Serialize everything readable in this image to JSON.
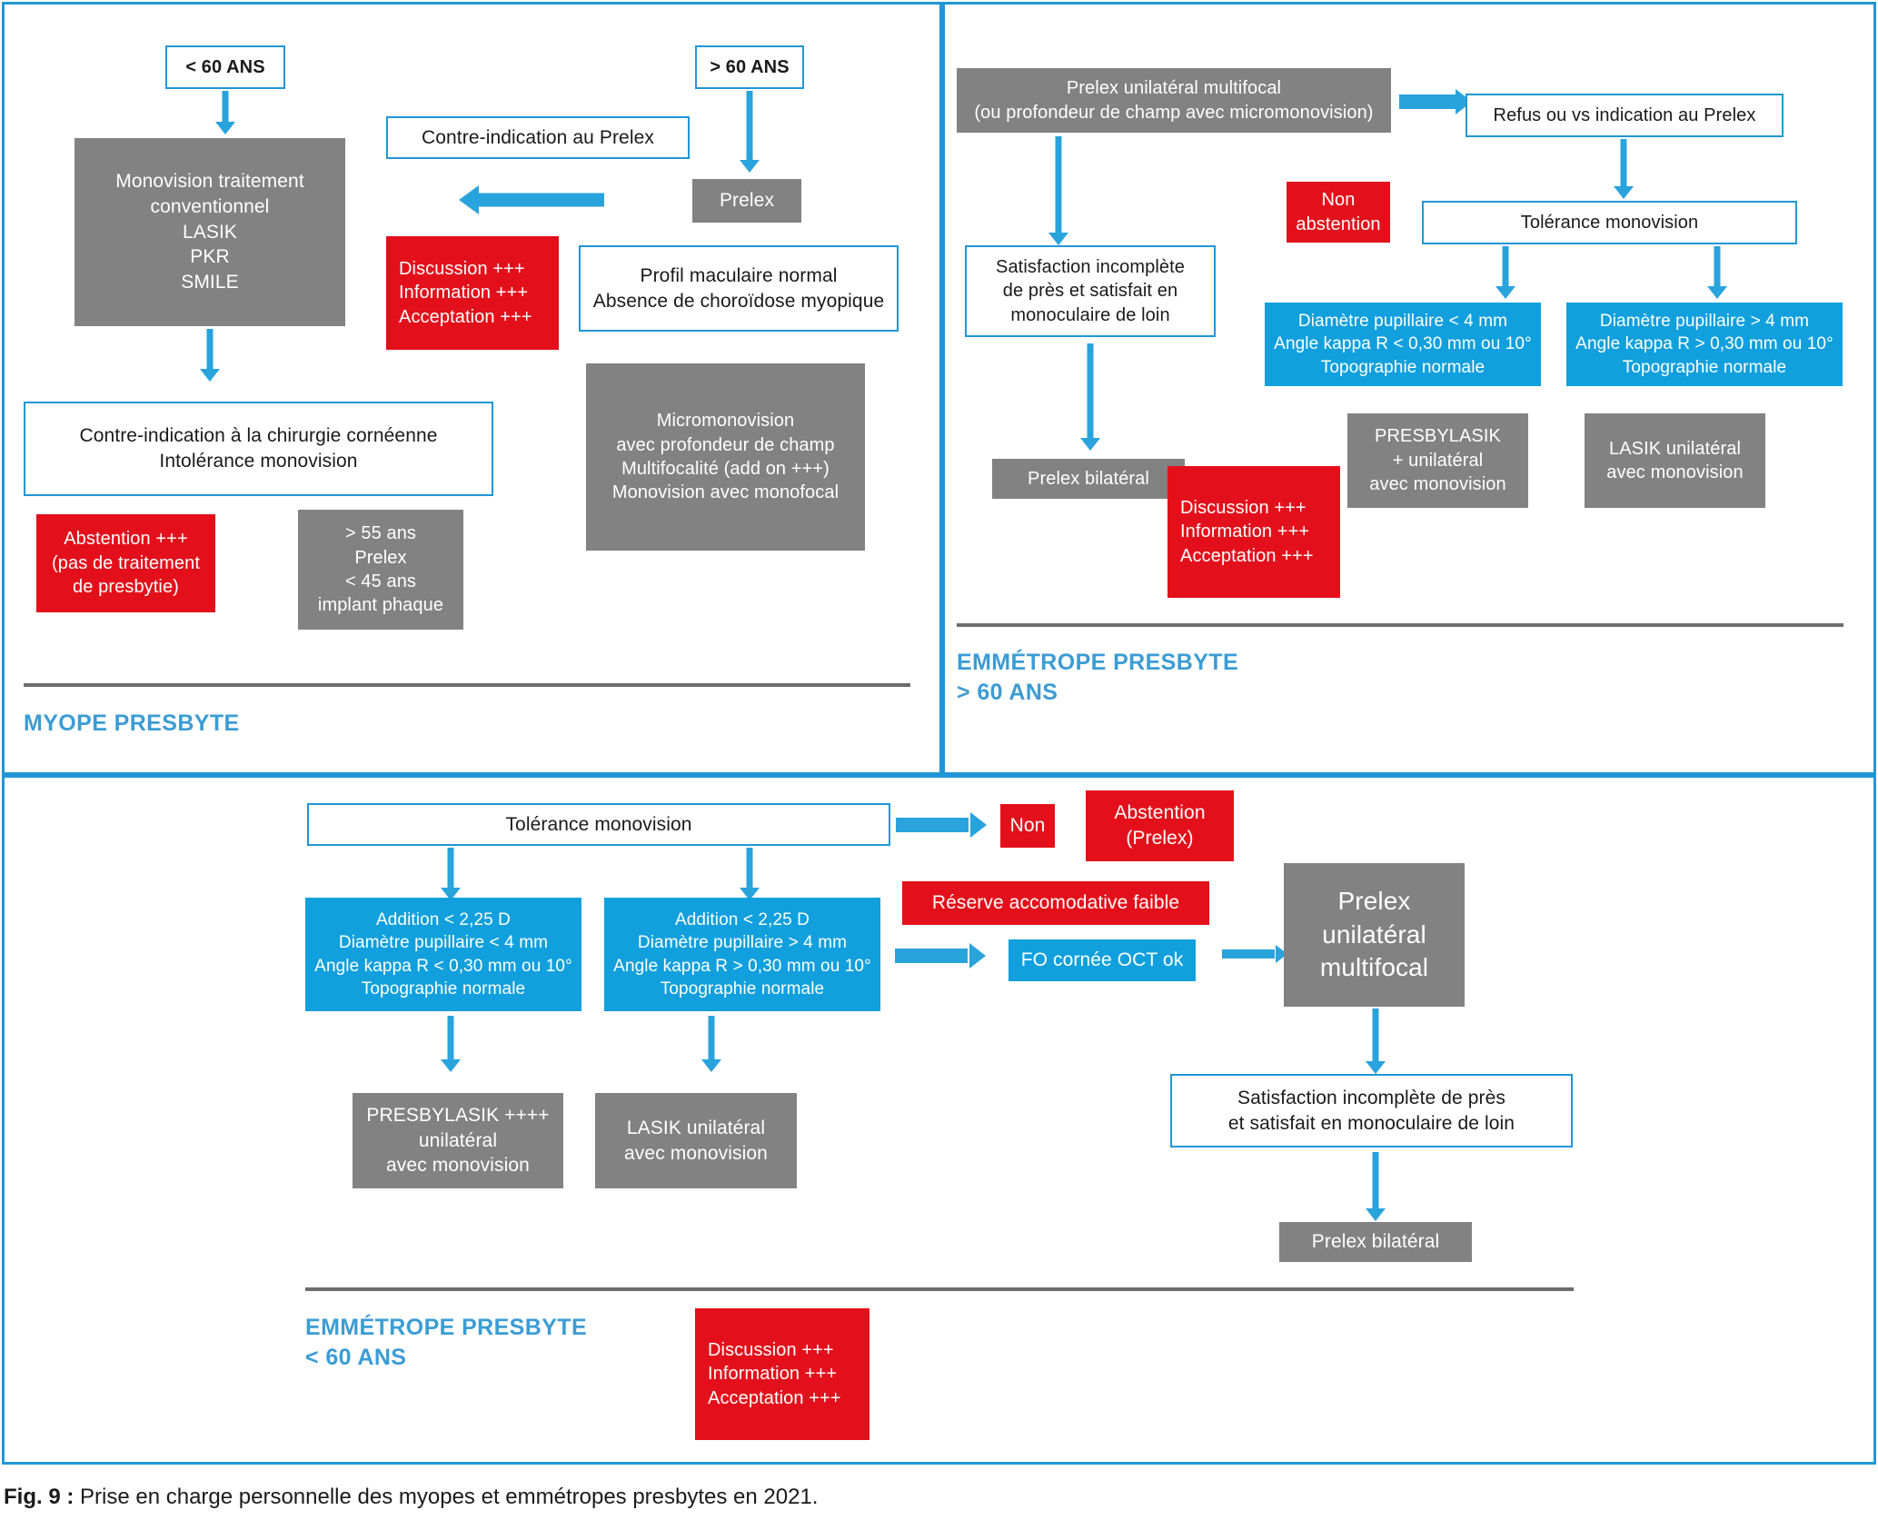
{
  "figure": {
    "caption_lead": "Fig. 9 :",
    "caption_text": " Prise en charge personnelle des myopes et emmétropes presbytes en 2021."
  },
  "colors": {
    "blue_accent": "#2196d6",
    "blue_fill": "#11a0dd",
    "arrow_blue": "#29a3dc",
    "red": "#e3101b",
    "gray": "#828282",
    "title_blue": "#3b9cd4",
    "rule_gray": "#6d6d6d"
  },
  "panel_myope": {
    "section_title": "MYOPE PRESBYTE",
    "nodes": {
      "under60": "< 60 ANS",
      "over60": "> 60 ANS",
      "monovision_conventional": "Monovision traitement\nconventionnel\nLASIK\nPKR\nSMILE",
      "contre_indication_prelex": "Contre-indication au Prelex",
      "prelex": "Prelex",
      "discussion": "Discussion +++\nInformation +++\nAcceptation +++",
      "profil_maculaire": "Profil maculaire normal\nAbsence de choroïdose myopique",
      "micromonovision": "Micromonovision\navec profondeur de champ\nMultifocalité (add on +++)\nMonovision avec monofocal",
      "contre_indication_cornee": "Contre-indication à la chirurgie cornéenne\nIntolérance monovision",
      "abstention": "Abstention +++\n(pas de traitement\nde presbytie)",
      "age_prelex_implant": "> 55 ans\nPrelex\n< 45 ans\nimplant phaque"
    }
  },
  "panel_emmetrope_over60": {
    "section_title": "EMMÉTROPE PRESBYTE\n> 60 ANS",
    "nodes": {
      "prelex_unilateral": "Prelex unilatéral multifocal\n(ou profondeur de champ avec micromonovision)",
      "refus": "Refus ou vs indication au Prelex",
      "non_abstention": "Non\nabstention",
      "tolerance_monovision": "Tolérance monovision",
      "satisfaction": "Satisfaction incomplète\nde près et satisfait en\nmonoculaire de loin",
      "criteria_small_pupil": "Diamètre pupillaire < 4 mm\nAngle kappa R < 0,30 mm ou 10°\nTopographie normale",
      "criteria_large_pupil": "Diamètre pupillaire > 4 mm\nAngle kappa R > 0,30 mm ou 10°\nTopographie normale",
      "prelex_bilateral": "Prelex bilatéral",
      "discussion": "Discussion +++\nInformation +++\nAcceptation +++",
      "presbylasik": "PRESBYLASIK\n+ unilatéral\navec monovision",
      "lasik_unilateral": "LASIK unilatéral\navec monovision"
    }
  },
  "panel_emmetrope_under60": {
    "section_title": "EMMÉTROPE PRESBYTE\n< 60 ANS",
    "nodes": {
      "tolerance_monovision": "Tolérance monovision",
      "non": "Non",
      "abstention_prelex": "Abstention\n(Prelex)",
      "criteria_small_pupil": "Addition < 2,25 D\nDiamètre pupillaire < 4 mm\nAngle kappa R < 0,30 mm ou 10°\nTopographie normale",
      "criteria_large_pupil": "Addition < 2,25 D\nDiamètre pupillaire > 4 mm\nAngle kappa R > 0,30 mm ou 10°\nTopographie normale",
      "reserve_accomodative": "Réserve accomodative faible",
      "fo_cornee": "FO cornée OCT ok",
      "prelex_unilateral_multifocal": "Prelex\nunilatéral\nmultifocal",
      "presbylasik": "PRESBYLASIK ++++\nunilatéral\navec monovision",
      "lasik_unilateral": "LASIK unilatéral\navec monovision",
      "satisfaction": "Satisfaction incomplète de près\net satisfait en monoculaire de loin",
      "prelex_bilateral": "Prelex bilatéral",
      "discussion": "Discussion +++\nInformation +++\nAcceptation +++"
    }
  }
}
